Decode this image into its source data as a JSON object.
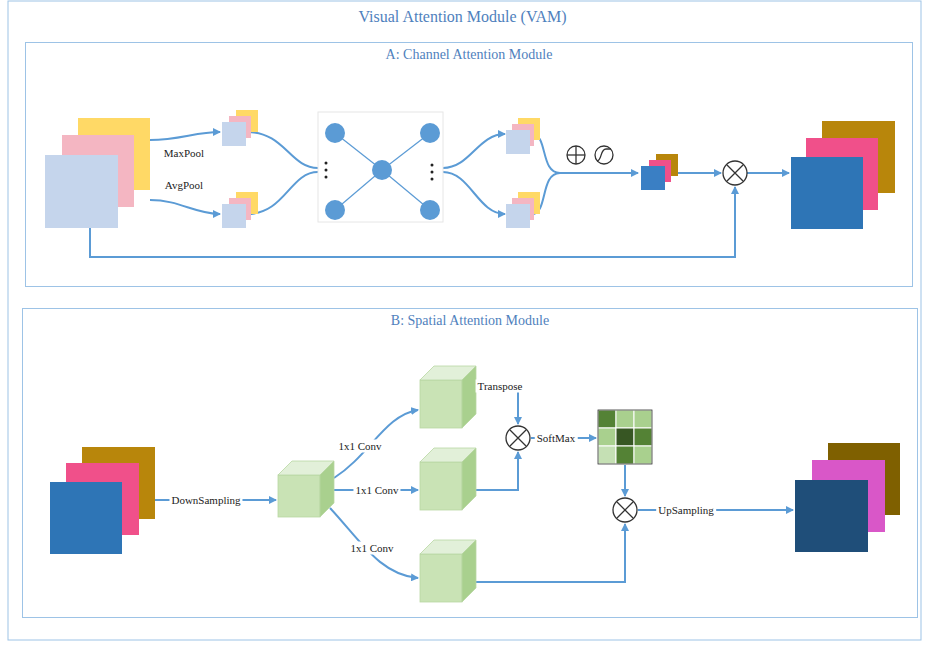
{
  "diagram": {
    "title": "Visual Attention Module (VAM)",
    "nodes": [
      {
        "text": [
          "A: Channel Attention Module"
        ]
      },
      {
        "text": [
          "B: Spatial Attention Module"
        ]
      }
    ],
    "labels": [
      "MaxPool",
      "AvgPool",
      "DownSampling",
      "1x1 Conv",
      "1x1 Conv",
      "1x1 Conv",
      "Transpose",
      "SoftMax",
      "UpSampling"
    ]
  }
}
